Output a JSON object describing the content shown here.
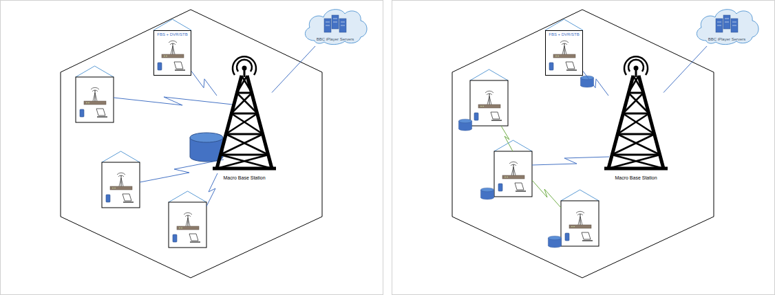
{
  "diagram": {
    "nodes": [
      {
        "text": [
          "FBS + DVR/STB"
        ]
      },
      {
        "text": [
          "Macro Base Station"
        ]
      },
      {
        "text": [
          "BBC iPlayer Servers"
        ]
      },
      {
        "text": [
          "FBS + DVR/STB"
        ]
      },
      {
        "text": [
          "Macro Base Station"
        ]
      },
      {
        "text": [
          "BBC iPlayer Servers"
        ]
      }
    ],
    "edges": [
      {
        "from": 0,
        "to": 1,
        "arrow": "none"
      },
      {
        "from": 1,
        "to": 2,
        "arrow": "none"
      },
      {
        "from": 3,
        "to": 4,
        "arrow": "none"
      },
      {
        "from": 4,
        "to": 5,
        "arrow": "none"
      }
    ]
  }
}
